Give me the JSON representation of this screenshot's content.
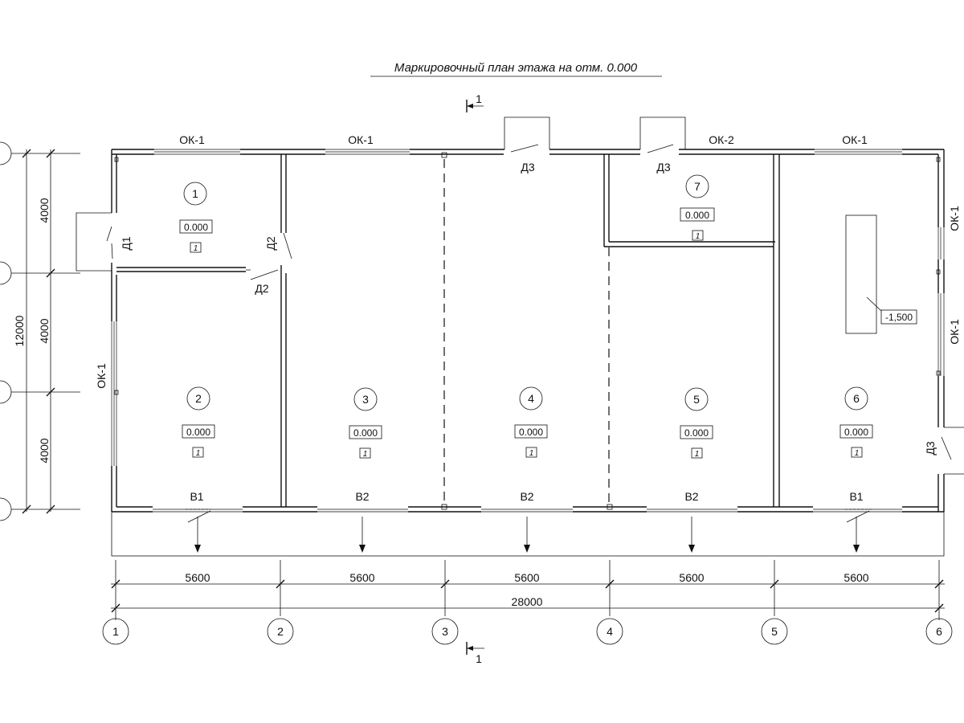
{
  "title": "Маркировочный план этажа на отм. 0.000",
  "section_mark": "1",
  "axes_bottom": [
    "1",
    "2",
    "3",
    "4",
    "5",
    "6"
  ],
  "dimensions_bottom": [
    "5600",
    "5600",
    "5600",
    "5600",
    "5600"
  ],
  "dimension_total": "28000",
  "dimensions_left": [
    "4000",
    "4000",
    "4000"
  ],
  "dimension_left_total": "12000",
  "rooms": [
    {
      "number": "1",
      "level": "0.000",
      "finish": "1"
    },
    {
      "number": "2",
      "level": "0.000",
      "finish": "1"
    },
    {
      "number": "3",
      "level": "0.000",
      "finish": "1"
    },
    {
      "number": "4",
      "level": "0.000",
      "finish": "1"
    },
    {
      "number": "5",
      "level": "0.000",
      "finish": "1"
    },
    {
      "number": "6",
      "level": "0.000",
      "finish": "1"
    },
    {
      "number": "7",
      "level": "0.000",
      "finish": "1"
    }
  ],
  "pit_level": "-1,500",
  "windows": {
    "top": [
      "ОК-1",
      "ОК-1",
      "ОК-2",
      "ОК-1"
    ],
    "left": "ОК-1",
    "right": [
      "ОК-1",
      "ОК-1"
    ]
  },
  "doors": {
    "d1": "Д1",
    "d2_vertical": "Д2",
    "d2_horizontal": "Д2",
    "d3_top_left": "Д3",
    "d3_top_right": "Д3",
    "d3_right": "Д3"
  },
  "gates": [
    "В1",
    "В2",
    "В2",
    "В2",
    "В1"
  ]
}
